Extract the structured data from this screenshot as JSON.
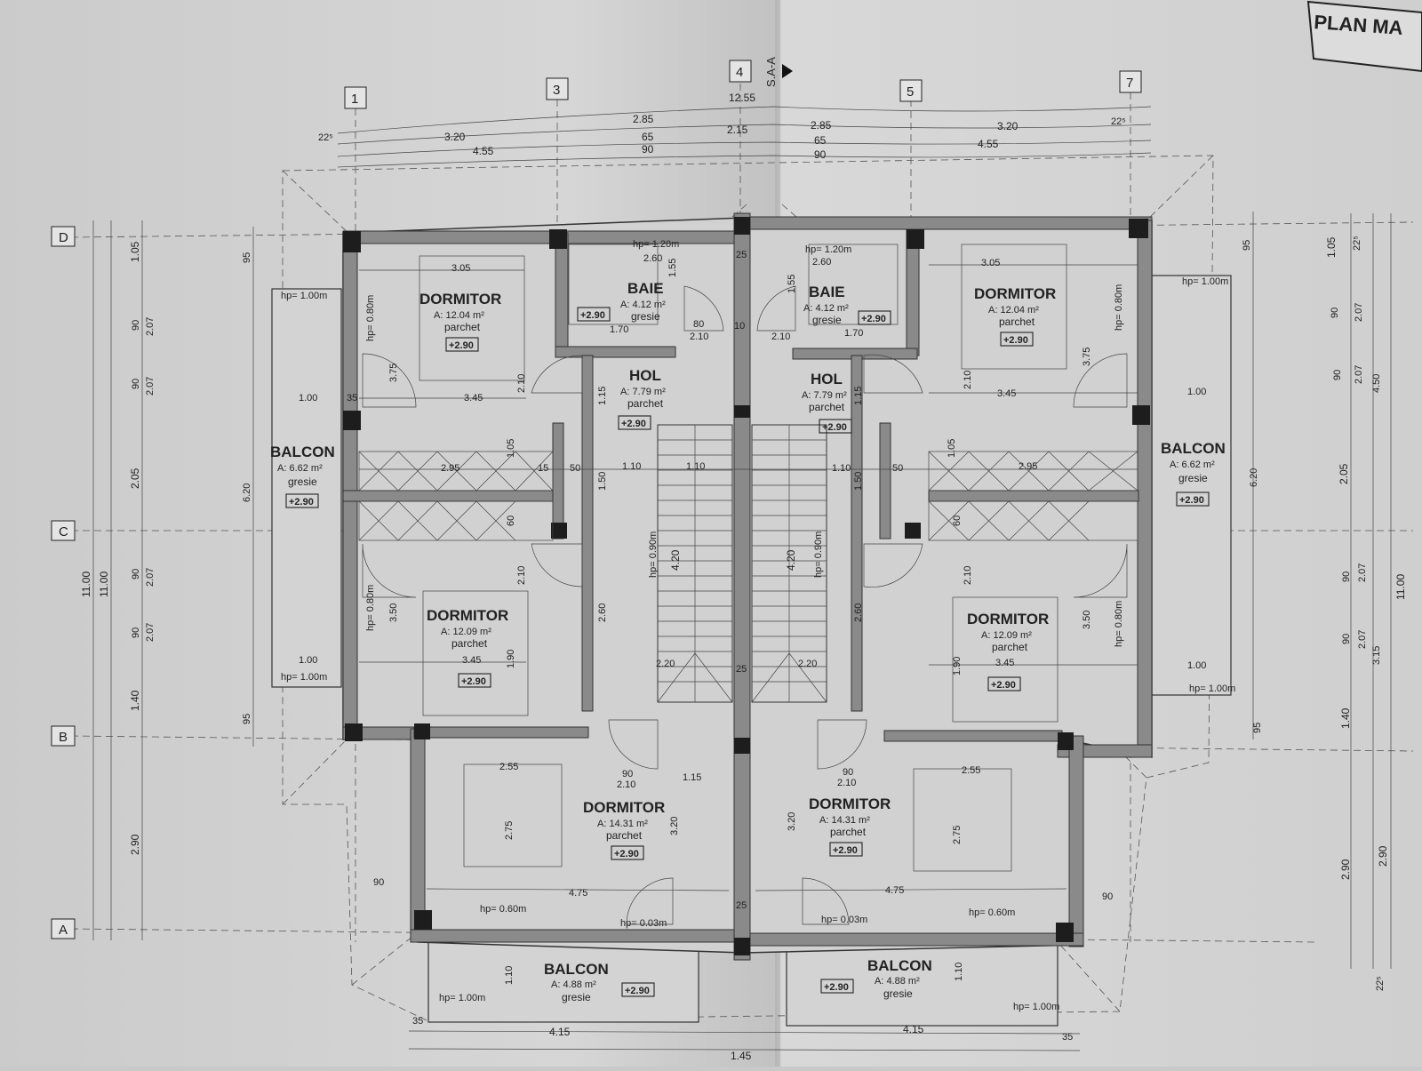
{
  "title": "PLAN MA",
  "section_marker": "S.A-A",
  "grid": {
    "columns": [
      "1",
      "3",
      "4",
      "5",
      "7"
    ],
    "rows": [
      "D",
      "C",
      "B",
      "A"
    ]
  },
  "overall_length": "12.55",
  "rooms": [
    {
      "id": "baie-left",
      "name": "BAIE",
      "area": "A: 4.12 m²",
      "floor": "gresie",
      "level": "+2.90"
    },
    {
      "id": "baie-right",
      "name": "BAIE",
      "area": "A: 4.12 m²",
      "floor": "gresie",
      "level": "+2.90"
    },
    {
      "id": "dormitor-nw",
      "name": "DORMITOR",
      "area": "A: 12.04 m²",
      "floor": "parchet",
      "level": "+2.90"
    },
    {
      "id": "dormitor-ne",
      "name": "DORMITOR",
      "area": "A: 12.04 m²",
      "floor": "parchet",
      "level": "+2.90"
    },
    {
      "id": "hol-left",
      "name": "HOL",
      "area": "A: 7.79 m²",
      "floor": "parchet",
      "level": "+2.90"
    },
    {
      "id": "hol-right",
      "name": "HOL",
      "area": "A: 7.79 m²",
      "floor": "parchet",
      "level": "+2.90"
    },
    {
      "id": "balcon-w",
      "name": "BALCON",
      "area": "A: 6.62 m²",
      "floor": "gresie",
      "level": "+2.90"
    },
    {
      "id": "balcon-e",
      "name": "BALCON",
      "area": "A: 6.62 m²",
      "floor": "gresie",
      "level": "+2.90"
    },
    {
      "id": "dormitor-sw",
      "name": "DORMITOR",
      "area": "A: 12.09 m²",
      "floor": "parchet",
      "level": "+2.90"
    },
    {
      "id": "dormitor-se",
      "name": "DORMITOR",
      "area": "A: 12.09 m²",
      "floor": "parchet",
      "level": "+2.90"
    },
    {
      "id": "dormitor-sl",
      "name": "DORMITOR",
      "area": "A: 14.31 m²",
      "floor": "parchet",
      "level": "+2.90"
    },
    {
      "id": "dormitor-sr",
      "name": "DORMITOR",
      "area": "A: 14.31 m²",
      "floor": "parchet",
      "level": "+2.90"
    },
    {
      "id": "balcon-sl",
      "name": "BALCON",
      "area": "A: 4.88 m²",
      "floor": "gresie",
      "level": "+2.90"
    },
    {
      "id": "balcon-sr",
      "name": "BALCON",
      "area": "A: 4.88 m²",
      "floor": "gresie",
      "level": "+2.90"
    }
  ],
  "top_dims_left": {
    "row1": [
      "22⁵",
      "3.20",
      "2.85",
      "2.15"
    ],
    "row2": [
      "65"
    ],
    "row3": [
      "4.55",
      "90"
    ]
  },
  "top_dims_right": {
    "row1": [
      "2.85",
      "3.20",
      "22⁵"
    ],
    "row2": [
      "65"
    ],
    "row3": [
      "90",
      "4.55"
    ]
  },
  "left_dims": {
    "outer": "11.00",
    "outer2": "11.00",
    "segments": [
      "1.05",
      "90",
      "2.07",
      "90",
      "2.07",
      "2.05",
      "90",
      "2.07",
      "90",
      "2.07",
      "1.40",
      "2.90"
    ],
    "inner": [
      "95",
      "6.20",
      "95"
    ]
  },
  "right_dims": {
    "segments": [
      "1.05",
      "22⁵",
      "90",
      "2.07",
      "90",
      "2.07",
      "4.50",
      "2.05",
      "90",
      "2.07",
      "90",
      "2.07",
      "3.15",
      "11.00",
      "1.40",
      "2.90",
      "2.90",
      "22⁵"
    ],
    "inner": [
      "95",
      "6.20",
      "95"
    ]
  },
  "bottom_dims": {
    "left": [
      "35",
      "4.15"
    ],
    "center": "1.45",
    "right": [
      "4.15",
      "35"
    ]
  },
  "interior_dims": [
    "3.05",
    "2.60",
    "1.70",
    "80",
    "2.10",
    "10",
    "1.55",
    "1.00",
    "35",
    "3.45",
    "2.95",
    "15",
    "50",
    "1.10",
    "1.10",
    "1.05",
    "1.15",
    "1.50",
    "60",
    "2.10",
    "4.20",
    "2.60",
    "1.90",
    "3.50",
    "3.75",
    "2.20",
    "25",
    "2.55",
    "90",
    "2.10",
    "1.15",
    "2.75",
    "3.20",
    "4.75",
    "hp= 1.00m",
    "hp= 0.90m",
    "hp= 0.60m",
    "hp= 1.20m",
    "hp= 0.80m",
    "hp= 0.03m",
    "1.10"
  ]
}
